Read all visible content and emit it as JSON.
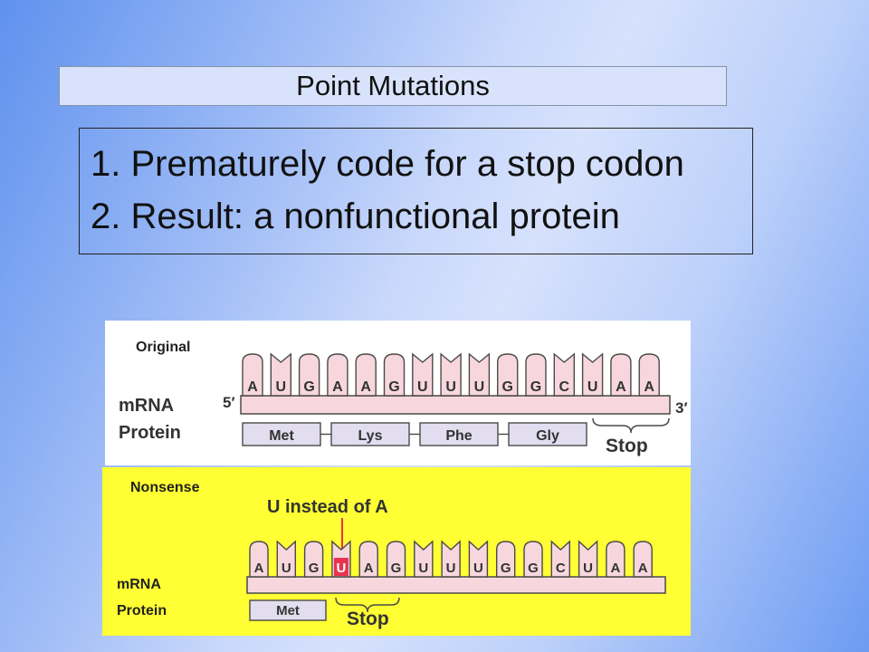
{
  "title": "Point Mutations",
  "points": [
    "1. Prematurely code for a stop codon",
    "2. Result:  a nonfunctional protein"
  ],
  "original": {
    "label": "Original",
    "mrna_label": "mRNA",
    "protein_label": "Protein",
    "five_prime": "5′",
    "three_prime": "3′",
    "bases": [
      "A",
      "U",
      "G",
      "A",
      "A",
      "G",
      "U",
      "U",
      "U",
      "G",
      "G",
      "C",
      "U",
      "A",
      "A"
    ],
    "amino_acids": [
      "Met",
      "Lys",
      "Phe",
      "Gly"
    ],
    "stop": "Stop"
  },
  "nonsense": {
    "label": "Nonsense",
    "mrna_label": "mRNA",
    "protein_label": "Protein",
    "annotation": "U instead of A",
    "bases": [
      "A",
      "U",
      "G",
      "U",
      "A",
      "G",
      "U",
      "U",
      "U",
      "G",
      "G",
      "C",
      "U",
      "A",
      "A"
    ],
    "mutated_index": 3,
    "amino_acids": [
      "Met"
    ],
    "stop": "Stop"
  },
  "colors": {
    "codon_fill": "#f7d7dd",
    "codon_stroke": "#4a4a4a",
    "amino_fill": "#e2def0",
    "mutation": "#e8334f",
    "panel_yellow": "#ffff33",
    "panel_white": "#ffffff"
  }
}
